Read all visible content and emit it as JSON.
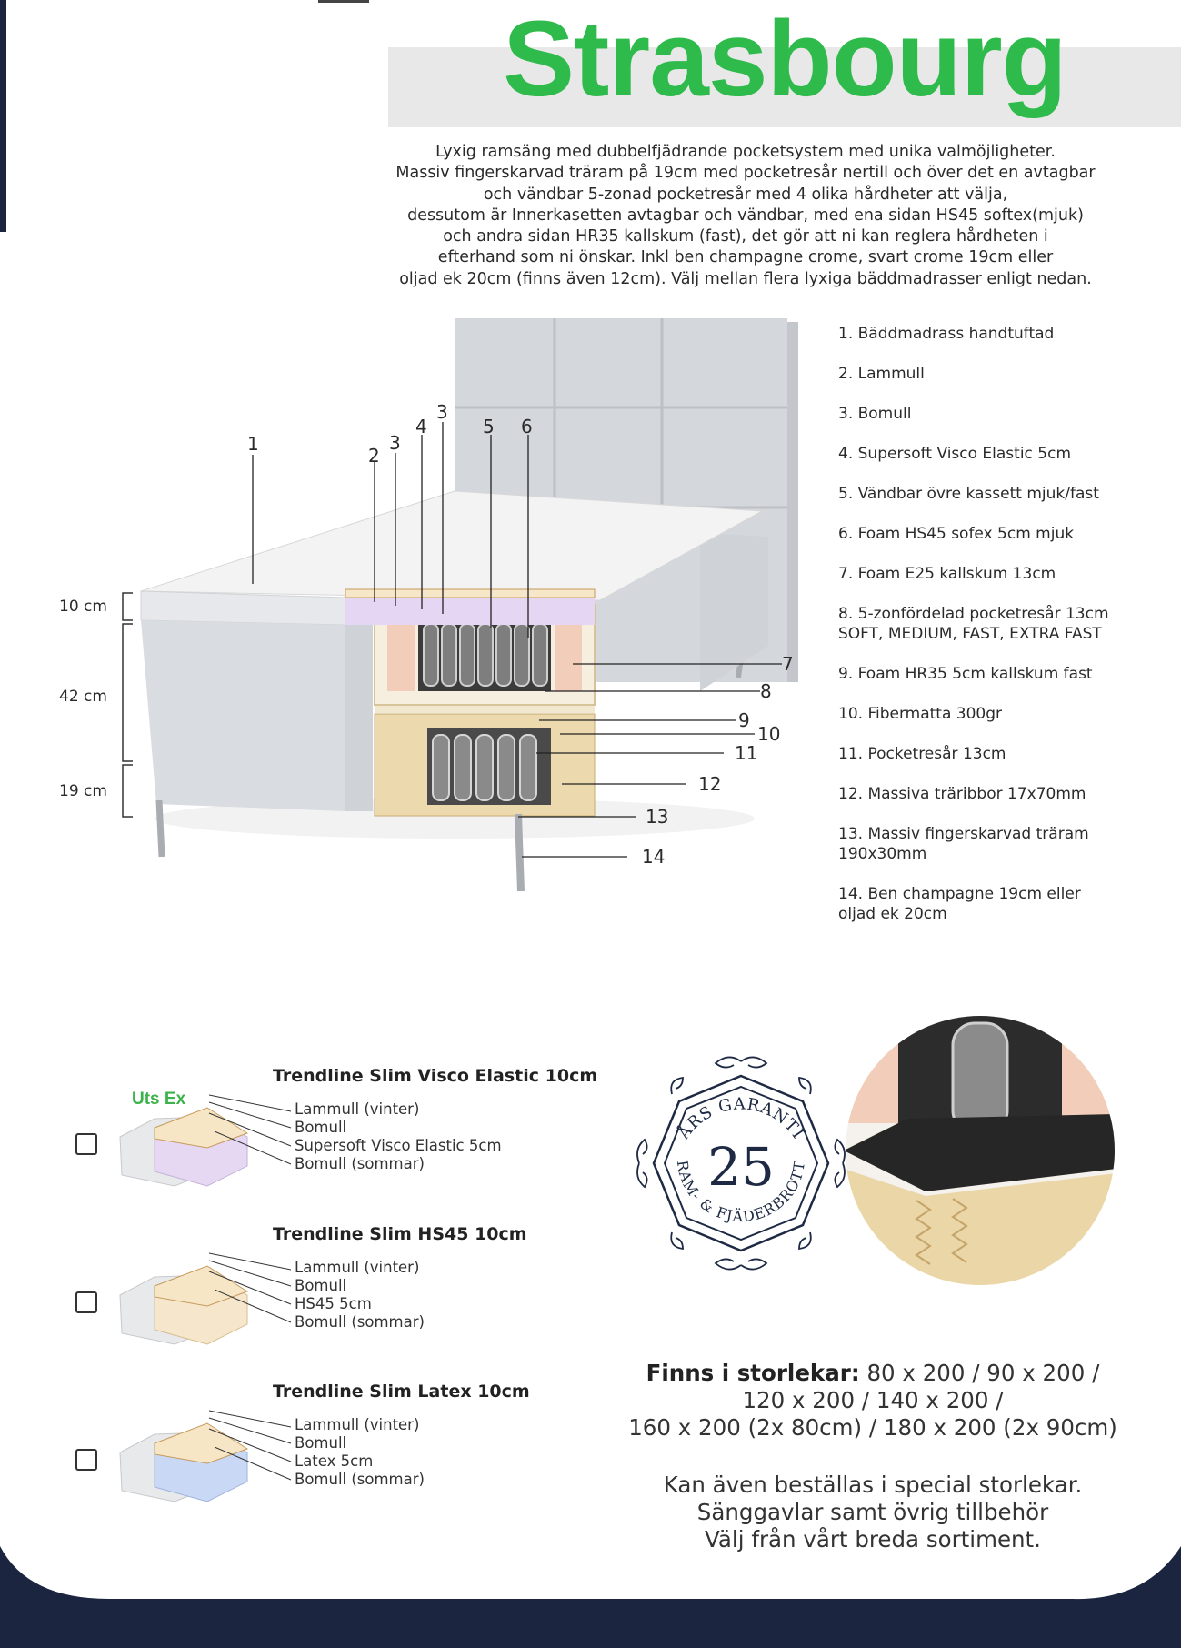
{
  "title": "Strasbourg",
  "description": [
    "Lyxig  ramsäng med dubbelfjädrande pocketsystem med unika valmöjligheter.",
    "Massiv fingerskarvad träram på 19cm med pocketresår nertill och över det en avtagbar",
    "och vändbar 5-zonad pocketresår med 4 olika hårdheter att välja,",
    "dessutom är Innerkasetten avtagbar och vändbar, med ena sidan HS45 softex(mjuk)",
    "och andra sidan HR35 kallskum (fast), det gör att ni kan reglera hårdheten i",
    "efterhand som ni önskar. Inkl ben champagne crome, svart crome 19cm eller",
    "oljad ek 20cm (finns även 12cm). Välj mellan flera lyxiga bäddmadrasser enligt nedan."
  ],
  "dimensions": [
    "10 cm",
    "42 cm",
    "19 cm"
  ],
  "callout_numbers": [
    "1",
    "2",
    "3",
    "3",
    "4",
    "5",
    "6",
    "7",
    "8",
    "9",
    "10",
    "11",
    "12",
    "13",
    "14"
  ],
  "legend": [
    [
      "1. Bäddmadrass handtuftad"
    ],
    [
      "2. Lammull"
    ],
    [
      "3. Bomull"
    ],
    [
      "4. Supersoft Visco Elastic 5cm"
    ],
    [
      "5. Vändbar övre kassett mjuk/fast"
    ],
    [
      "6. Foam HS45 sofex 5cm mjuk"
    ],
    [
      "7. Foam E25 kallskum 13cm"
    ],
    [
      "8. 5-zonfördelad pocketresår 13cm",
      " SOFT, MEDIUM, FAST, EXTRA FAST"
    ],
    [
      "9. Foam HR35 5cm kallskum fast"
    ],
    [
      "10. Fibermatta 300gr"
    ],
    [
      "11. Pocketresår 13cm"
    ],
    [
      "12. Massiva träribbor 17x70mm"
    ],
    [
      "13. Massiv fingerskarvad träram",
      "190x30mm"
    ],
    [
      "14. Ben champagne 19cm eller",
      "oljad ek 20cm"
    ]
  ],
  "uts_ex": "Uts Ex",
  "mattresses": [
    {
      "title": "Trendline Slim Visco Elastic 10cm",
      "layers": [
        "Lammull (vinter)",
        "Bomull",
        "Supersoft Visco Elastic 5cm",
        "Bomull (sommar)"
      ],
      "core_color": "#e6d8f2"
    },
    {
      "title": "Trendline Slim HS45 10cm",
      "layers": [
        "Lammull (vinter)",
        "Bomull",
        "HS45 5cm",
        "Bomull (sommar)"
      ],
      "core_color": "#f6e6cc"
    },
    {
      "title": "Trendline Slim Latex 10cm",
      "layers": [
        "Lammull (vinter)",
        "Bomull",
        "Latex 5cm",
        "Bomull (sommar)"
      ],
      "core_color": "#c9d8f4"
    }
  ],
  "seal": {
    "top_text": "ÅRS GARANTI",
    "number": "25",
    "bottom_text": "RAM- & FJÄDERBROTT"
  },
  "sizes": {
    "label": "Finns i storlekar:",
    "line1": " 80 x 200 / 90 x 200 /",
    "line2": "120 x 200 / 140 x 200 /",
    "line3": "160 x 200 (2x 80cm) / 180 x 200 (2x 90cm)"
  },
  "extra": [
    "Kan även beställas i special storlekar.",
    "Sänggavlar samt övrig tillbehör",
    "Välj från vårt breda sortiment."
  ],
  "colors": {
    "title_green": "#2fbb4c",
    "navy": "#1b2540",
    "fabric": "#dfe2e6",
    "wood": "#ecd9ad"
  }
}
